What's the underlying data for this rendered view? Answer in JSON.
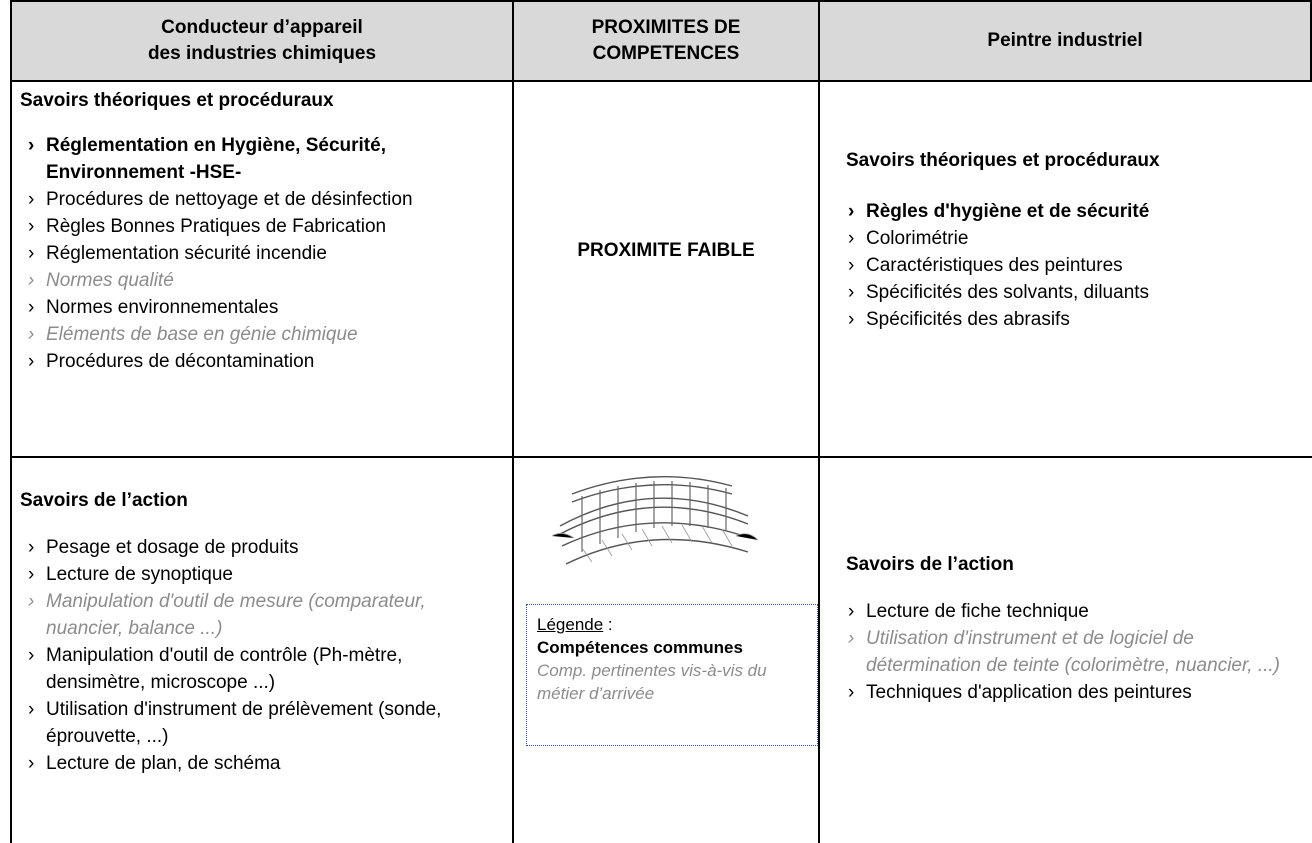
{
  "header": {
    "left": "Conducteur d’appareil\ndes industries chimiques",
    "middle": "PROXIMITES DE\nCOMPETENCES",
    "right": "Peintre industriel"
  },
  "row1": {
    "left_title": "Savoirs théoriques et procéduraux",
    "left_items": [
      {
        "text": "Réglementation en Hygiène, Sécurité, Environnement -HSE-",
        "style": "bold"
      },
      {
        "text": "Procédures de nettoyage et de désinfection",
        "style": "normal"
      },
      {
        "text": "Règles Bonnes Pratiques de Fabrication",
        "style": "normal"
      },
      {
        "text": "Réglementation sécurité incendie",
        "style": "normal"
      },
      {
        "text": "Normes qualité",
        "style": "grey"
      },
      {
        "text": "Normes environnementales",
        "style": "normal"
      },
      {
        "text": "Eléments de base en génie chimique",
        "style": "grey"
      },
      {
        "text": "Procédures de décontamination",
        "style": "normal"
      }
    ],
    "middle": "PROXIMITE FAIBLE",
    "right_title": "Savoirs théoriques et procéduraux",
    "right_items": [
      {
        "text": "Règles d'hygiène et de sécurité",
        "style": "bold"
      },
      {
        "text": "Colorimétrie",
        "style": "normal"
      },
      {
        "text": "Caractéristiques des peintures",
        "style": "normal"
      },
      {
        "text": "Spécificités des solvants, diluants",
        "style": "normal"
      },
      {
        "text": "Spécificités des abrasifs",
        "style": "normal"
      }
    ]
  },
  "row2": {
    "left_title": "Savoirs de l’action",
    "left_items": [
      {
        "text": "Pesage et dosage de produits",
        "style": "normal"
      },
      {
        "text": "Lecture de synoptique",
        "style": "normal"
      },
      {
        "text": "Manipulation d'outil de mesure (comparateur, nuancier, balance ...)",
        "style": "grey"
      },
      {
        "text": "Manipulation d'outil de contrôle (Ph-mètre, densimètre, microscope ...)",
        "style": "normal"
      },
      {
        "text": "Utilisation d'instrument de prélèvement (sonde, éprouvette, ...)",
        "style": "normal"
      },
      {
        "text": "Lecture de plan, de schéma",
        "style": "normal"
      }
    ],
    "legend": {
      "title": "Légende",
      "colon": " :",
      "common": "Compétences communes",
      "pertinent": "Comp. pertinentes vis-à-vis du métier d’arrivée"
    },
    "right_title": "Savoirs de l’action",
    "right_items": [
      {
        "text": "Lecture de fiche technique",
        "style": "normal"
      },
      {
        "text": "Utilisation d'instrument et de logiciel de détermination de teinte (colorimètre, nuancier, ...)",
        "style": "grey"
      },
      {
        "text": "Techniques d'application des peintures",
        "style": "normal"
      }
    ]
  },
  "bullet": "›",
  "colors": {
    "header_bg": "#d9d9d9",
    "grey_text": "#8c8c8c",
    "legend_border": "#2f5597"
  }
}
